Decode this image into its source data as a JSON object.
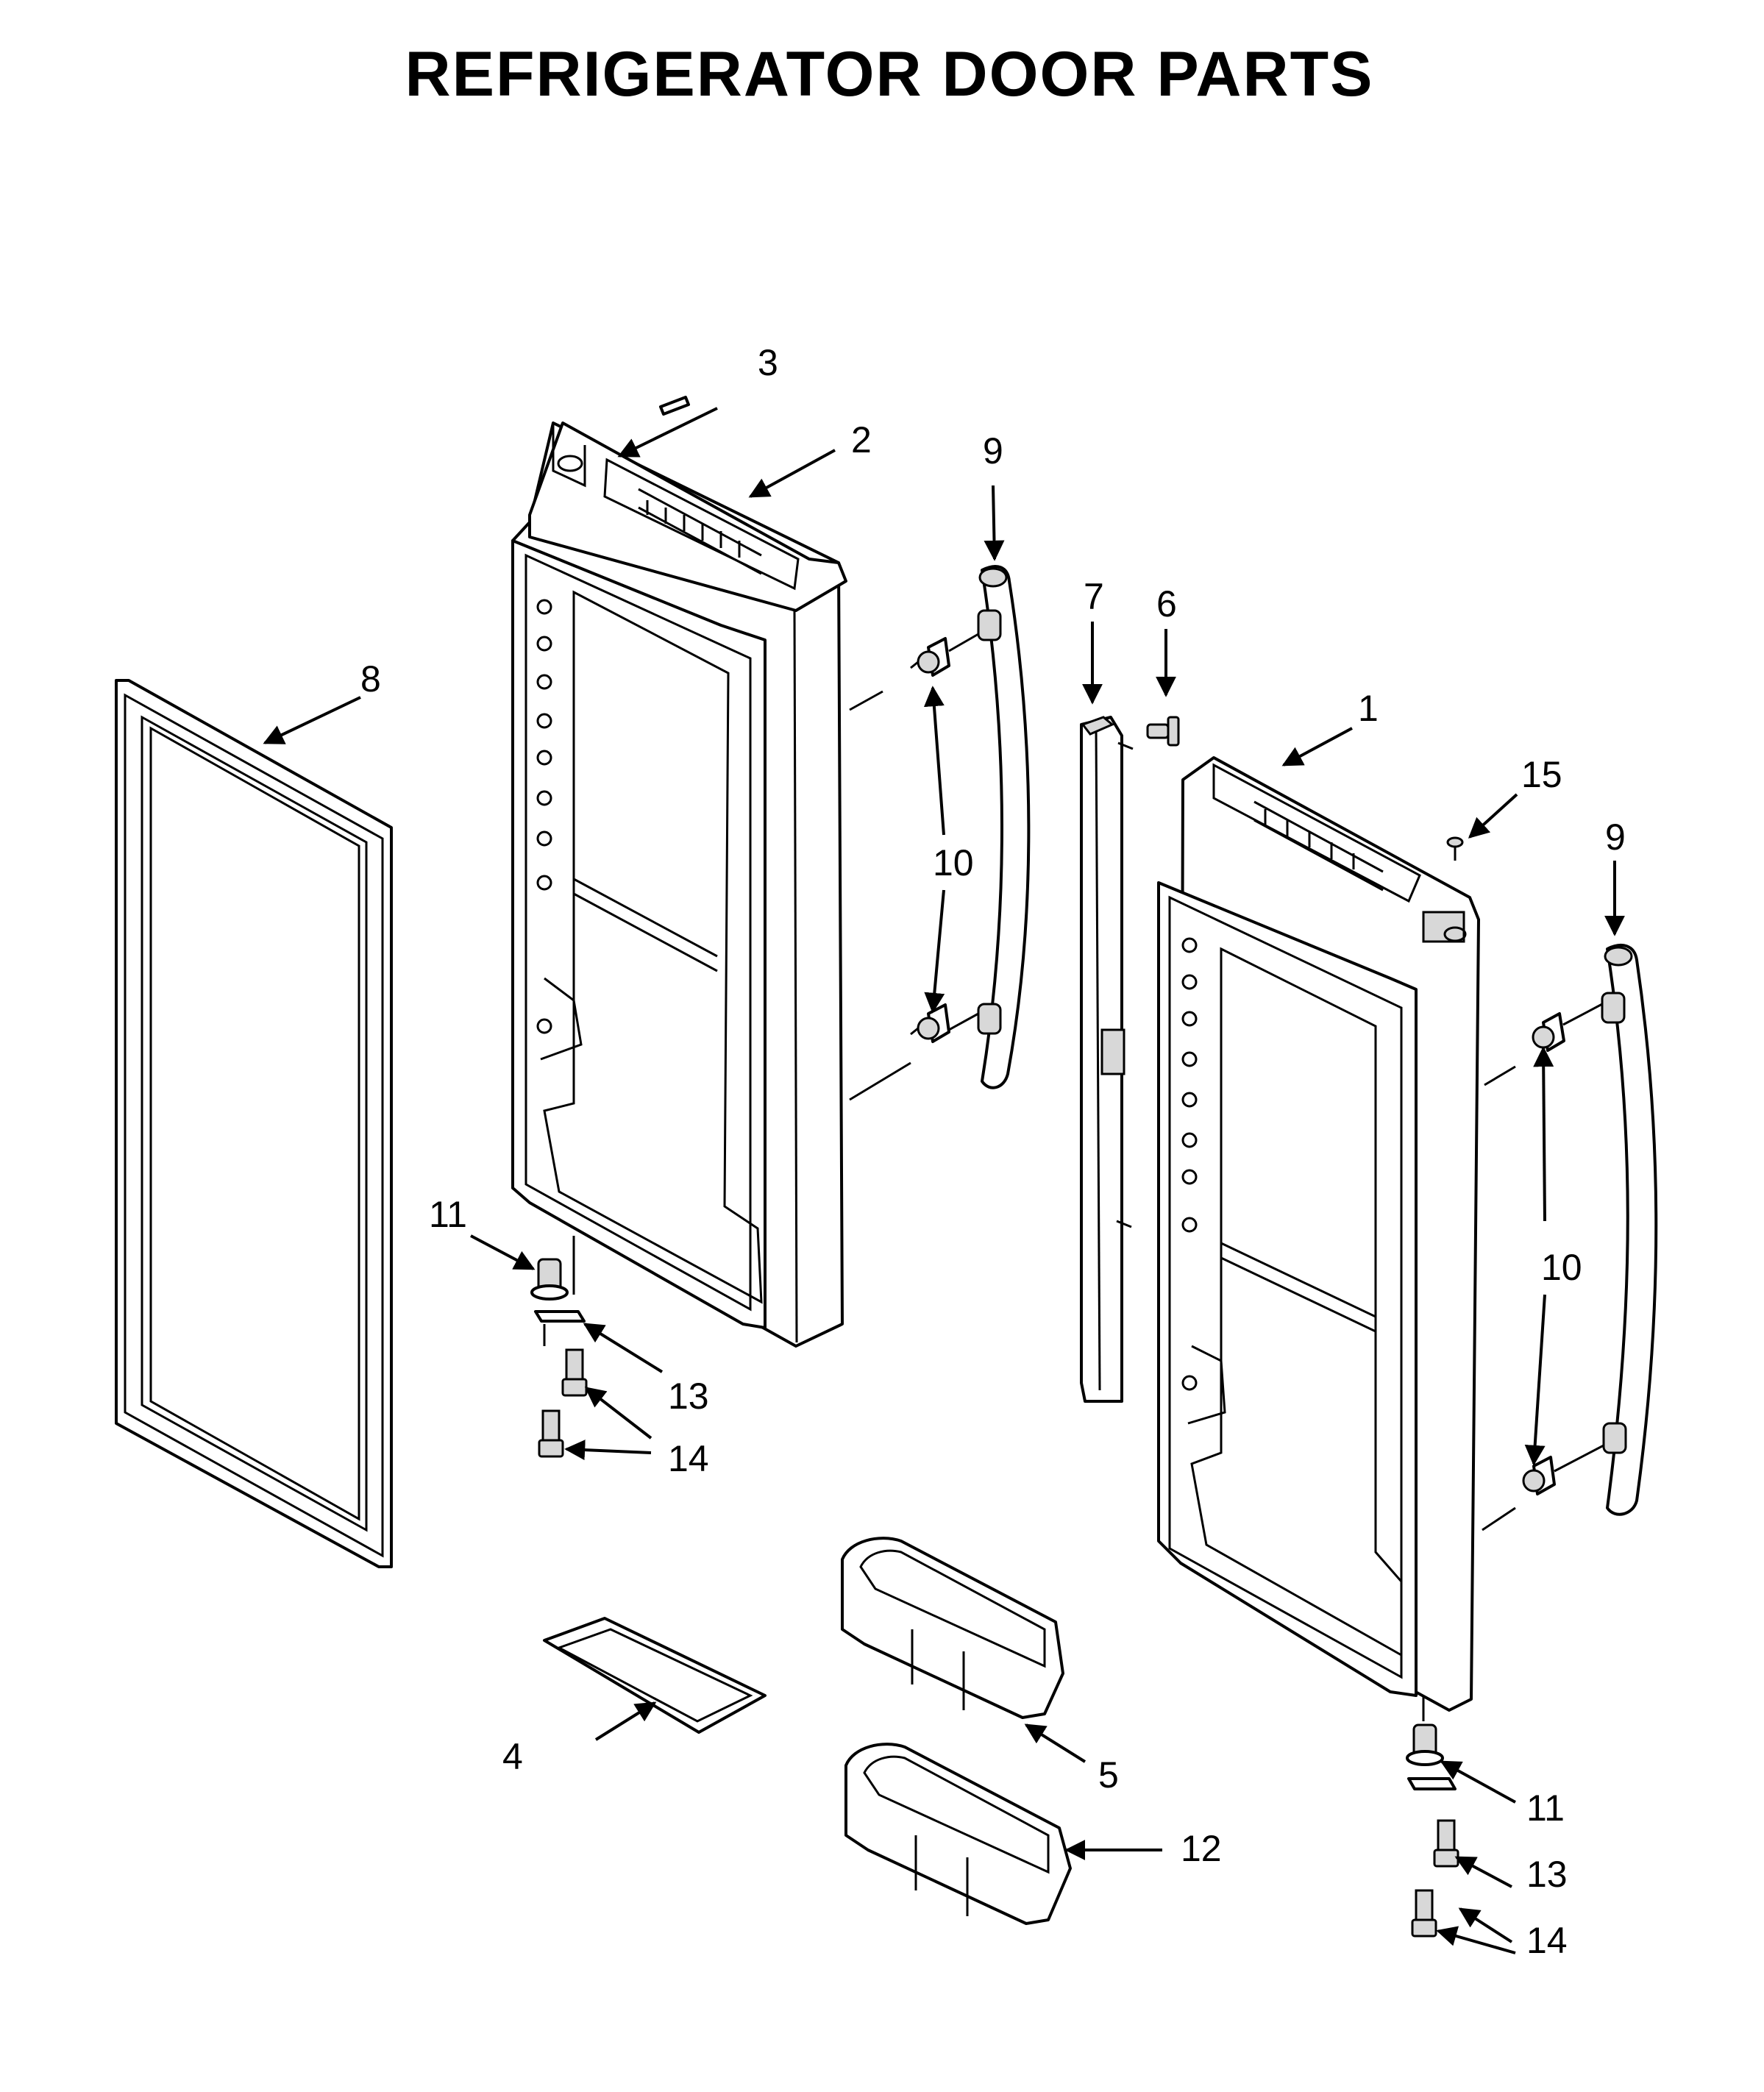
{
  "title": "REFRIGERATOR DOOR PARTS",
  "callouts": [
    {
      "id": "c1",
      "label": "1"
    },
    {
      "id": "c2",
      "label": "2"
    },
    {
      "id": "c3",
      "label": "3"
    },
    {
      "id": "c4",
      "label": "4"
    },
    {
      "id": "c5",
      "label": "5"
    },
    {
      "id": "c6",
      "label": "6"
    },
    {
      "id": "c7",
      "label": "7"
    },
    {
      "id": "c8",
      "label": "8"
    },
    {
      "id": "c9a",
      "label": "9"
    },
    {
      "id": "c9b",
      "label": "9"
    },
    {
      "id": "c10a",
      "label": "10"
    },
    {
      "id": "c10b",
      "label": "10"
    },
    {
      "id": "c11a",
      "label": "11"
    },
    {
      "id": "c11b",
      "label": "11"
    },
    {
      "id": "c12",
      "label": "12"
    },
    {
      "id": "c13a",
      "label": "13"
    },
    {
      "id": "c13b",
      "label": "13"
    },
    {
      "id": "c14a",
      "label": "14"
    },
    {
      "id": "c14b",
      "label": "14"
    },
    {
      "id": "c15",
      "label": "15"
    }
  ]
}
